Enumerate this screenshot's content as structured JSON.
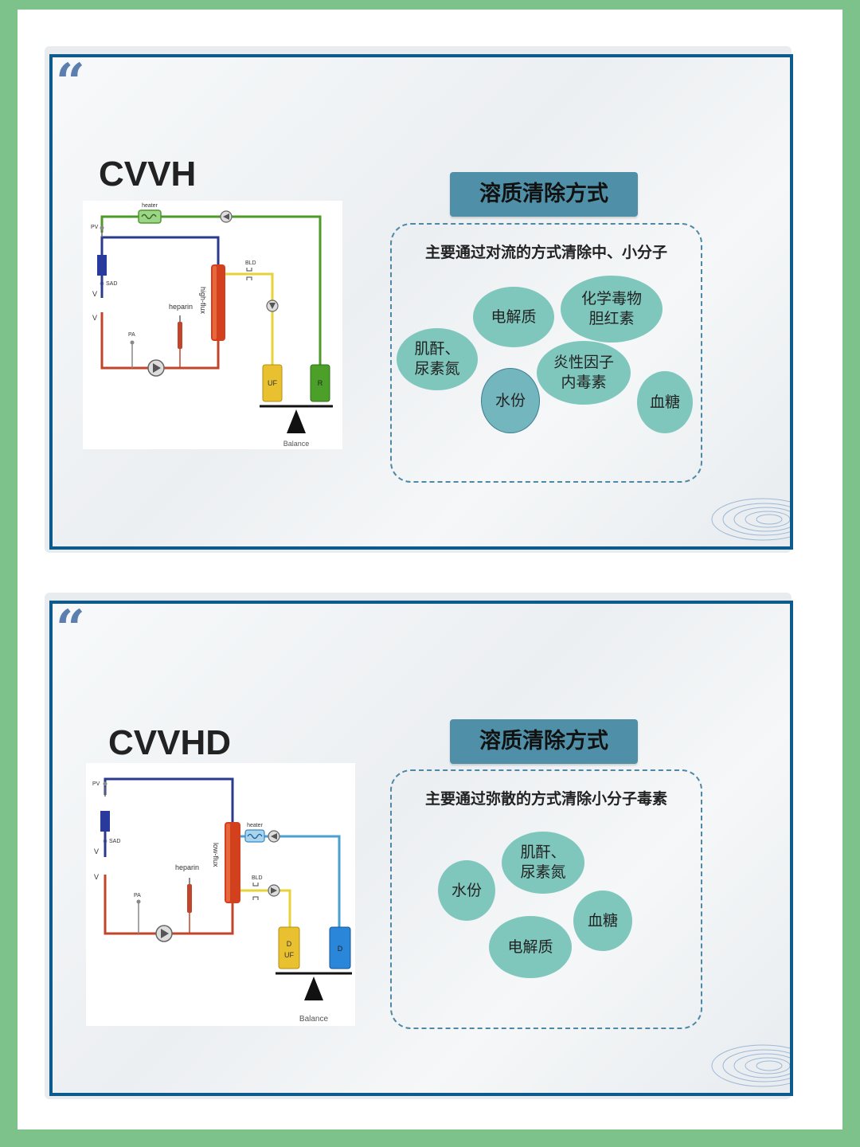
{
  "slides": [
    {
      "title": "CVVH",
      "method_label": "溶质清除方式",
      "caption": "主要通过对流的方式清除中、小分子",
      "bubbles": [
        "电解质",
        "化学毒物\n胆红素",
        "肌酐、\n尿素氮",
        "炎性因子\n内毒素",
        "水份",
        "血糖"
      ],
      "diagram": {
        "labels": {
          "heater": "heater",
          "pv": "PV",
          "sad": "SAD",
          "v1": "V",
          "v2": "V",
          "heparin": "heparin",
          "pa": "PA",
          "filter": "high-flux",
          "bld": "BLD",
          "uf": "UF",
          "r": "R",
          "balance": "Balance"
        }
      }
    },
    {
      "title": "CVVHD",
      "method_label": "溶质清除方式",
      "caption": "主要通过弥散的方式清除小分子毒素",
      "bubbles": [
        "肌酐、\n尿素氮",
        "水份",
        "血糖",
        "电解质"
      ],
      "diagram": {
        "labels": {
          "pv": "PV",
          "sad": "SAD",
          "v1": "V",
          "v2": "V",
          "heparin": "heparin",
          "pa": "PA",
          "filter": "low-flux",
          "heater": "heater",
          "bld": "BLD",
          "d_uf_top": "D",
          "d_uf_bottom": "UF",
          "d": "D",
          "balance": "Balance"
        }
      }
    }
  ],
  "colors": {
    "frame": "#0d5a8c",
    "label_bg": "#4f90a8",
    "bubble": "#7fc7bc",
    "page_bg": "#7cc28a",
    "line_green": "#4c9a2a",
    "line_blue": "#2a3a8c",
    "line_red": "#c0452a",
    "line_yellow": "#e8d23a",
    "line_lightblue": "#4aa0d0"
  },
  "icons": [
    "quote-mark-icon",
    "pump-icon",
    "heater-icon",
    "balance-icon",
    "swirl-decoration-icon"
  ]
}
